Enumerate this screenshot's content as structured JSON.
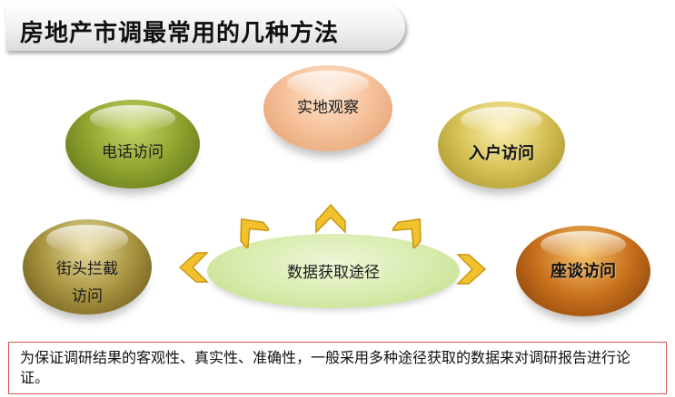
{
  "title": "房地产市调最常用的几种方法",
  "center": {
    "label": "数据获取途径"
  },
  "methods": {
    "field": {
      "label": "实地观察"
    },
    "phone": {
      "label": "电话访问"
    },
    "home": {
      "label": "入户访问"
    },
    "street_line1": "街头拦截",
    "street_line2": "访问",
    "seat": {
      "label": "座谈访问"
    }
  },
  "note": {
    "text": "为保证调研结果的客观性、真实性、准确性，一般采用多种途径获取的数据来对调研报告进行论证。"
  },
  "colors": {
    "arrow_fill": "#f2c12e",
    "arrow_stroke": "#c89612",
    "note_border": "#d9534f"
  },
  "icons": [
    "chevron-arrow-icon"
  ]
}
